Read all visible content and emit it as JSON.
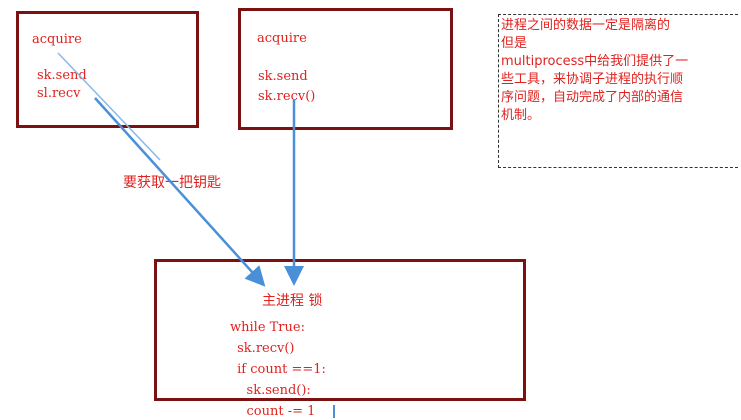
{
  "left_box": {
    "line1": "acquire",
    "line2": "sk.send",
    "line3": "sl.recv"
  },
  "mid_box": {
    "line1": "acquire",
    "line2": "sk.send",
    "line3": "sk.recv()"
  },
  "main_box": {
    "title": "主进程 锁",
    "code": [
      "while True:",
      " sk.recv()",
      " if count ==1:",
      "    sk.send():",
      "    count -= 1"
    ]
  },
  "arrow_label": "要获取一把钥匙",
  "note": {
    "lines": [
      "进程之间的数据一定是隔离的",
      "但是",
      "multiprocess中给我们提供了一",
      "些工具，来协调子进程的执行顺",
      "序问题，自动完成了内部的通信",
      "机制。"
    ]
  },
  "colors": {
    "box_border": "#7b1111",
    "text": "#e0221f",
    "arrow": "#4a90d9"
  }
}
